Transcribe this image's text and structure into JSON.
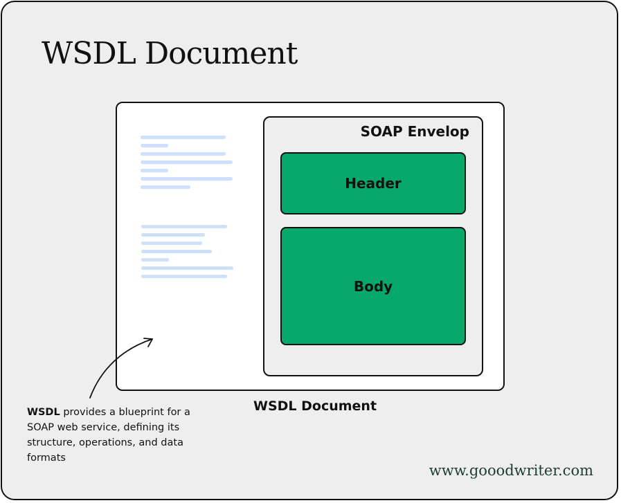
{
  "title": "WSDL Document",
  "envelope_label": "SOAP Envelop",
  "header_label": "Header",
  "body_label": "Body",
  "document_caption": "WSDL Document",
  "note": {
    "bold": "WSDL",
    "text": " provides a blueprint for a SOAP web service, defining its structure, operations, and data formats"
  },
  "website": "www.gooodwriter.com",
  "colors": {
    "background": "#eeeeee",
    "green_box": "#07a86c",
    "text_lines": "#cfe0fa",
    "website_text": "#1d3d2e"
  },
  "icons": {
    "arrow": "curved-arrow-icon"
  }
}
